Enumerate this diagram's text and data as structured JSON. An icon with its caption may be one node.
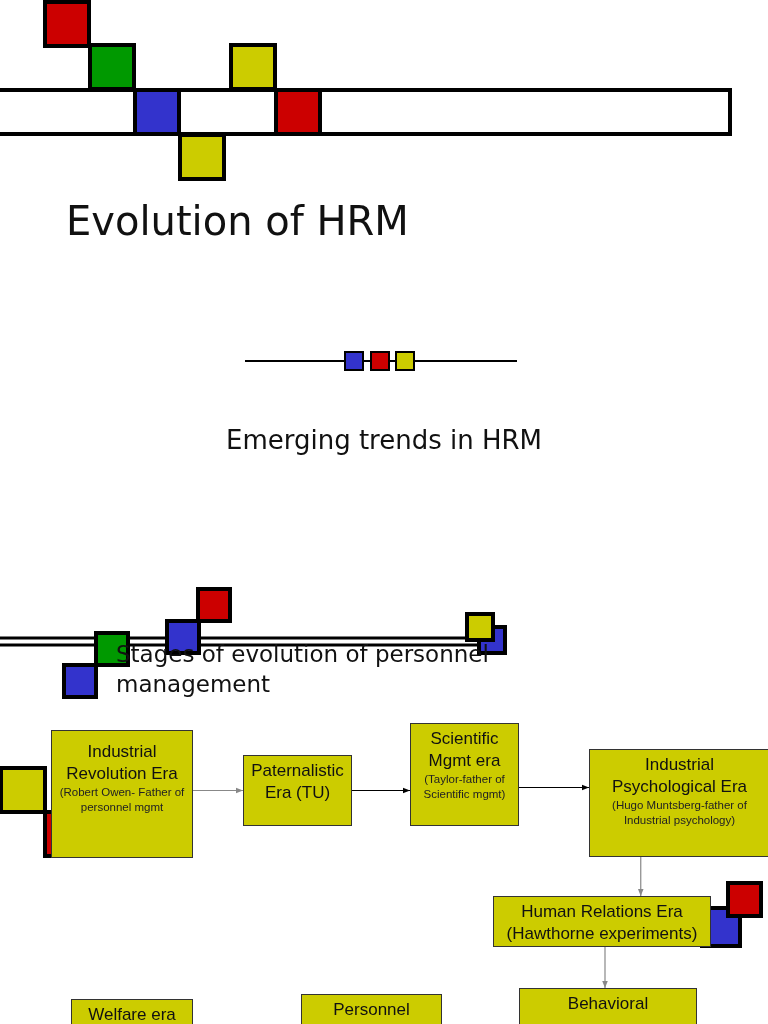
{
  "diagram": {
    "title": "Evolution of HRM",
    "nodes": [
      {
        "text": [
          "Industrial Revolution Era",
          "(Robert Owen- Father of personnel mgmt"
        ]
      },
      {
        "text": [
          "Paternalistic Era (TU)"
        ]
      },
      {
        "text": [
          "Scientific Mgmt era",
          "(Taylor-father of Scientific mgmt)"
        ]
      },
      {
        "text": [
          "Industrial Psychological Era",
          "(Hugo Muntsberg-father of Industrial psychology)"
        ]
      },
      {
        "text": [
          "Human Relations Era (Hawthorne experiments)"
        ]
      },
      {
        "text": [
          "Welfare era"
        ]
      },
      {
        "text": [
          "Personnel"
        ]
      },
      {
        "text": [
          "Behavioral"
        ]
      }
    ],
    "edges": [
      {
        "from": 0,
        "to": 1,
        "arrow": "to"
      },
      {
        "from": 1,
        "to": 2,
        "arrow": "to",
        "color": "#000000"
      },
      {
        "from": 2,
        "to": 3,
        "arrow": "to",
        "color": "#000000"
      },
      {
        "from": 3,
        "to": 4,
        "arrow": "to"
      },
      {
        "from": 4,
        "to": 7,
        "arrow": "to"
      }
    ],
    "labels": [
      "Emerging trends in HRM",
      "Stages of evolution of personnel management"
    ]
  }
}
